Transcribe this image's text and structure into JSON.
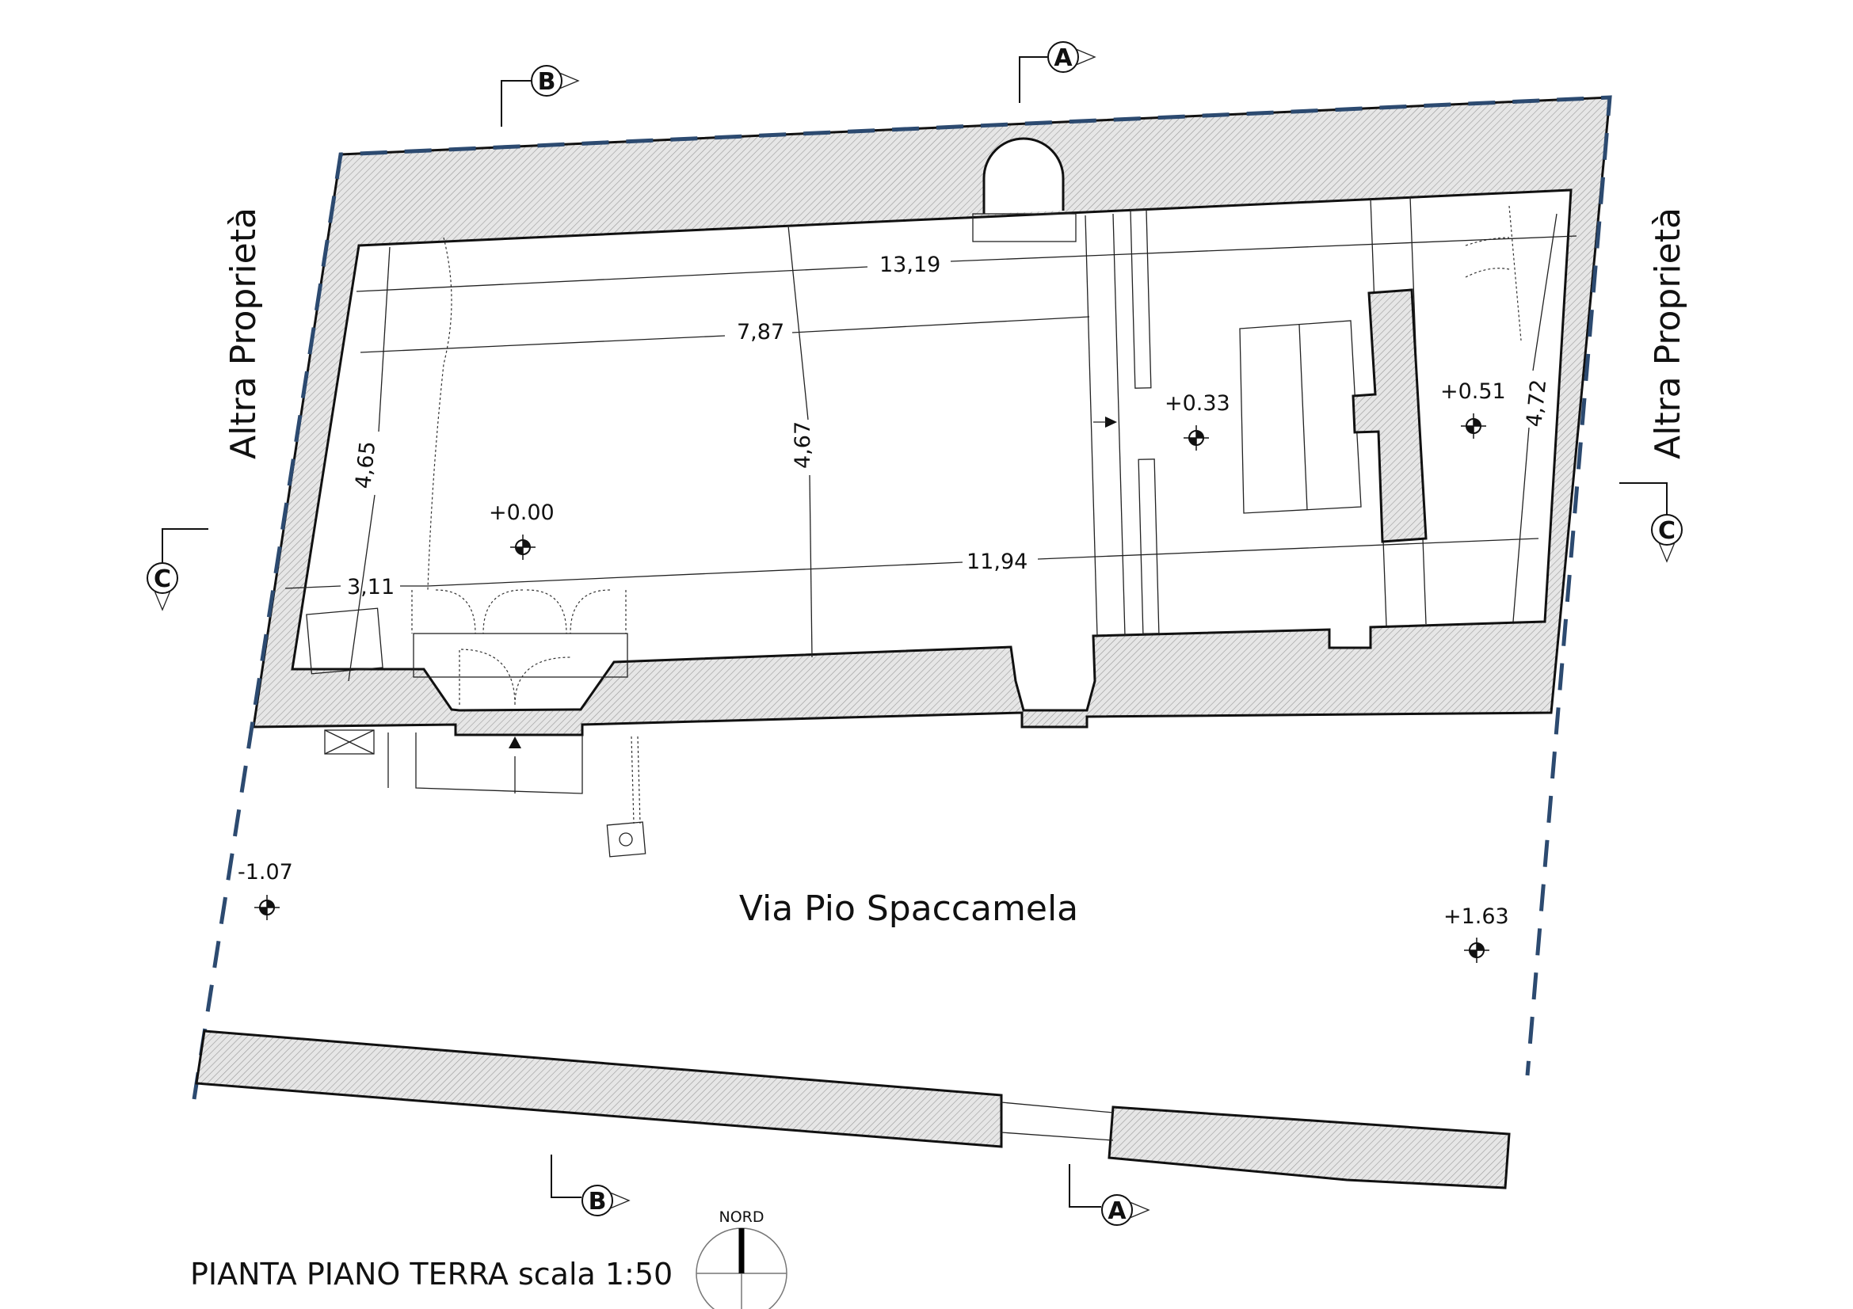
{
  "title": "PIANTA PIANO TERRA scala 1:50",
  "street_name": "Via Pio Spaccamela",
  "neighbor_labels": [
    "Altra Proprietà",
    "Altra Proprietà"
  ],
  "north_label": "NORD",
  "dimensions": {
    "d1": "13,19",
    "d2": "7,87",
    "d3": "4,67",
    "d4": "4,65",
    "d5": "3,11",
    "d6": "11,94",
    "d7": "4,72"
  },
  "levels": {
    "l1": "+0.00",
    "l2": "+0.33",
    "l3": "+0.51",
    "l4": "-1.07",
    "l5": "+1.63"
  },
  "section_marks": {
    "a_top": "A",
    "b_top": "B",
    "c_left": "C",
    "c_right": "C",
    "b_bottom": "B",
    "a_bottom": "A"
  },
  "colors": {
    "boundary": "#2c4a70",
    "hatch": "#9a9a9a"
  }
}
